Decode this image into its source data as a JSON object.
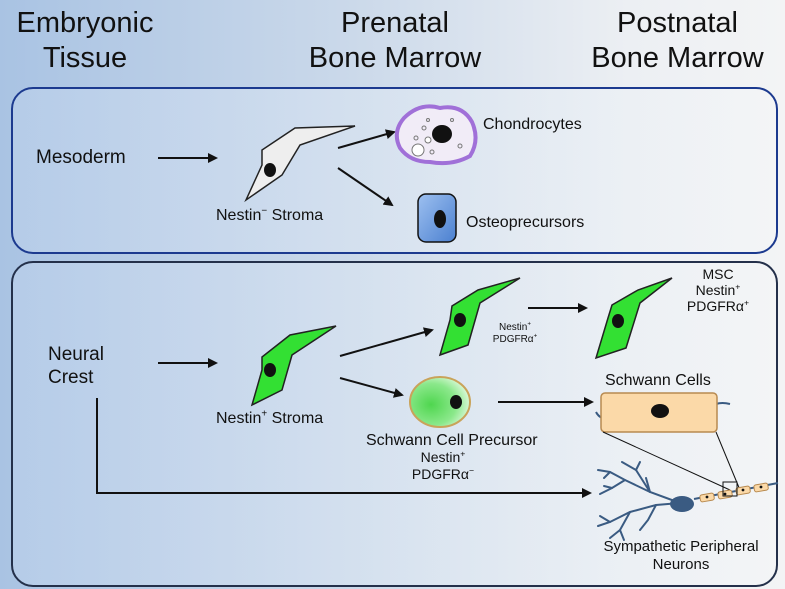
{
  "headers": {
    "col1_line1": "Embryonic",
    "col1_line2": "Tissue",
    "col2_line1": "Prenatal",
    "col2_line2": "Bone Marrow",
    "col3_line1": "Postnatal",
    "col3_line2": "Bone Marrow"
  },
  "top_panel": {
    "source": "Mesoderm",
    "stroma": "Nestin",
    "stroma_sup": "−",
    "stroma_suffix": " Stroma",
    "chondrocytes": "Chondrocytes",
    "osteo": "Osteoprecursors"
  },
  "bottom_panel": {
    "source_line1": "Neural",
    "source_line2": "Crest",
    "stroma": "Nestin",
    "stroma_sup": "+",
    "stroma_suffix": " Stroma",
    "mid_cell_line1": "Nestin",
    "mid_cell_line1_sup": "+",
    "mid_cell_line2": "PDGFRα",
    "mid_cell_line2_sup": "+",
    "msc": "MSC",
    "msc_line2": "Nestin",
    "msc_line2_sup": "+",
    "msc_line3": "PDGFRα",
    "msc_line3_sup": "+",
    "scp": "Schwann Cell Precursor",
    "scp_line2": "Nestin",
    "scp_line2_sup": "+",
    "scp_line3": "PDGFRα",
    "scp_line3_sup": "−",
    "schwann": "Schwann Cells",
    "neurons_line1": "Sympathetic Peripheral",
    "neurons_line2": "Neurons"
  },
  "colors": {
    "panel_border_top": "#1c3a8f",
    "panel_border_bottom": "#24304a",
    "green_cell": "#33e033",
    "grey_cell": "#eeeeee",
    "chondro_border": "#a070d8",
    "osteo_fill": "#6a9be0",
    "schwann_fill": "#fbd9a8",
    "neuron_fill": "#3a5b82"
  }
}
